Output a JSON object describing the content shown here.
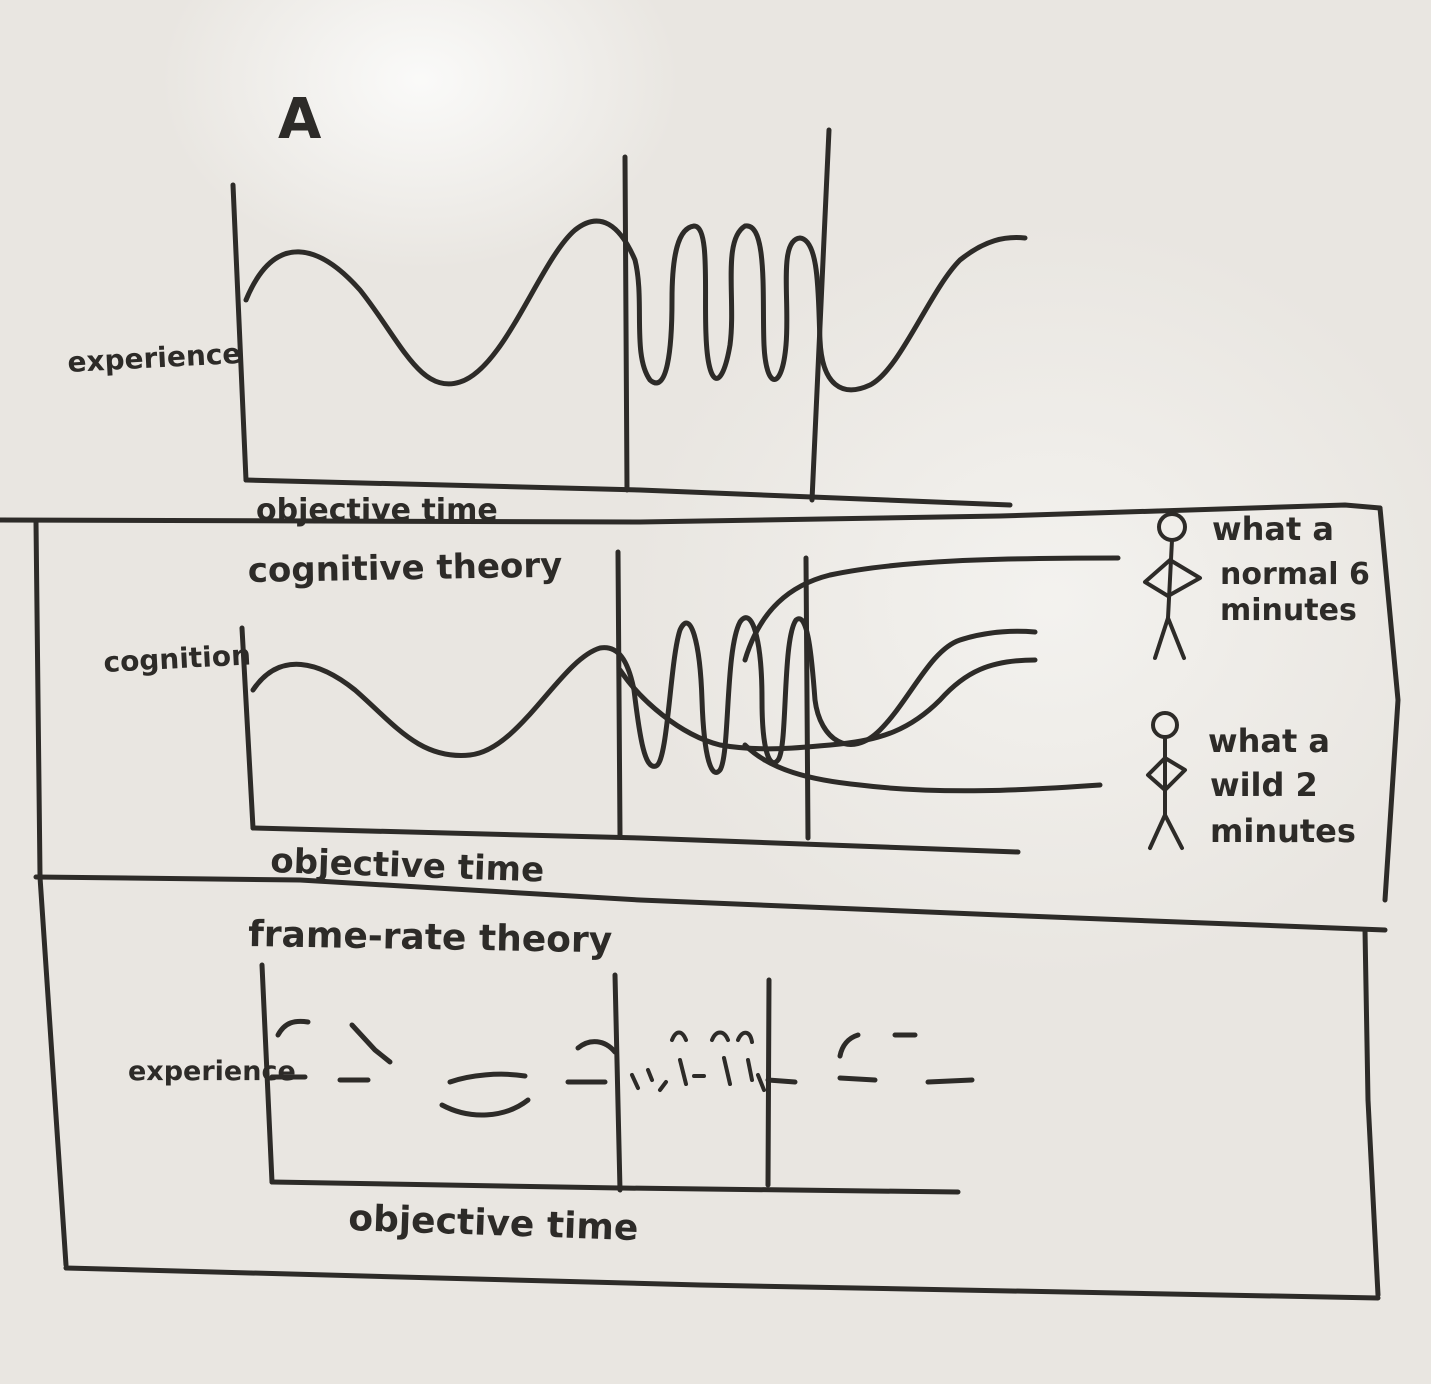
{
  "panel_a": {
    "letter": "A",
    "ylabel": "experience",
    "xlabel": "objective time"
  },
  "panel_cognitive": {
    "title": "cognitive theory",
    "ylabel": "cognition",
    "xlabel": "objective time",
    "person_normal": {
      "line1": "what a",
      "line2": "normal 6",
      "line3": "minutes"
    },
    "person_wild": {
      "line1": "what a",
      "line2": "wild 2",
      "line3": "minutes"
    }
  },
  "panel_framerate": {
    "title": "frame-rate theory",
    "ylabel": "experience",
    "xlabel": "objective time"
  },
  "colors": {
    "board": "#e9e6e1",
    "marker": "#2d2b28"
  }
}
